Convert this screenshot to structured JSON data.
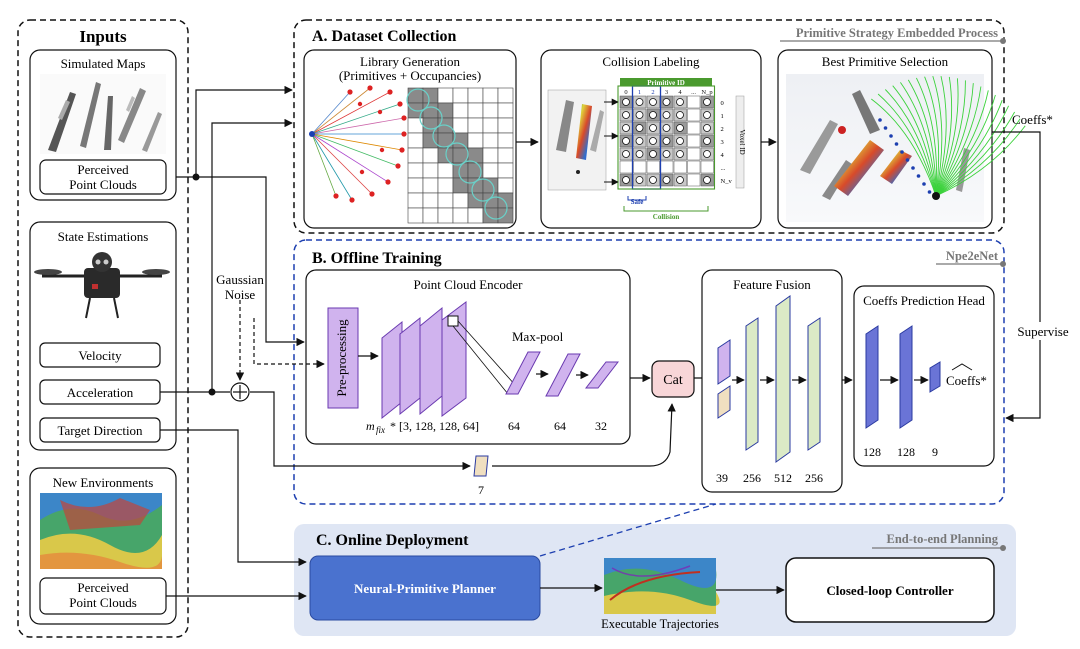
{
  "inputs": {
    "title": "Inputs",
    "simulated_maps": "Simulated Maps",
    "perceived_point_clouds_l1": "Perceived",
    "perceived_point_clouds_l2": "Point Clouds",
    "state_estimations": "State Estimations",
    "velocity": "Velocity",
    "acceleration": "Acceleration",
    "target_direction": "Target Direction",
    "new_environments": "New Environments",
    "perceived_point_clouds2_l1": "Perceived",
    "perceived_point_clouds2_l2": "Point Clouds"
  },
  "gaussian_noise_l1": "Gaussian",
  "gaussian_noise_l2": "Noise",
  "dataset": {
    "title": "A.  Dataset Collection",
    "tag": "Primitive Strategy Embedded Process",
    "library_title_l1": "Library Generation",
    "library_title_l2": "(Primitives + Occupancies)",
    "collision_title": "Collision Labeling",
    "best_title": "Best Primitive Selection",
    "primitive_id": "Primitive ID",
    "voxel_id": "Voxel ID",
    "safe": "Safe",
    "collision": "Collision",
    "col_labels": [
      "0",
      "1",
      "2",
      "3",
      "4",
      "...",
      "N_p"
    ],
    "row_labels": [
      "0",
      "1",
      "2",
      "3",
      "4",
      "...",
      "N_v"
    ]
  },
  "coeffs_star": "Coeffs*",
  "supervise": "Supervise",
  "training": {
    "title": "B.  Offline Training",
    "tag": "Npe2eNet",
    "encoder_title": "Point Cloud Encoder",
    "preprocessing": "Pre-processing",
    "maxpool": "Max-pool",
    "mfix_prefix": "m",
    "mfix_sub": "fix",
    "mfix_dims": " * [3, 128, 128, 64]",
    "encoder_dims": [
      "64",
      "64",
      "32"
    ],
    "cat": "Cat",
    "state_dim": "7",
    "fusion_title": "Feature Fusion",
    "fusion_dims": [
      "39",
      "256",
      "512",
      "256"
    ],
    "head_title": "Coeffs Prediction Head",
    "head_dims": [
      "128",
      "128",
      "9"
    ],
    "coeffs_hat": "Coeffs*"
  },
  "deployment": {
    "title": "C.  Online Deployment",
    "tag": "End-to-end Planning",
    "planner": "Neural-Primitive Planner",
    "trajectories": "Executable Trajectories",
    "controller": "Closed-loop Controller"
  },
  "colors": {
    "purple": "#d0b3ee",
    "blue_bar": "#6a74d6",
    "green_bar": "#dbeac6",
    "cat_fill": "#f8d6d8",
    "deploy_bg": "#dfe6f4",
    "planner_fill": "#4a72cf",
    "accent_green": "#4a9a2e",
    "accent_blue": "#1d3fb0",
    "tag_gray": "#777777"
  }
}
